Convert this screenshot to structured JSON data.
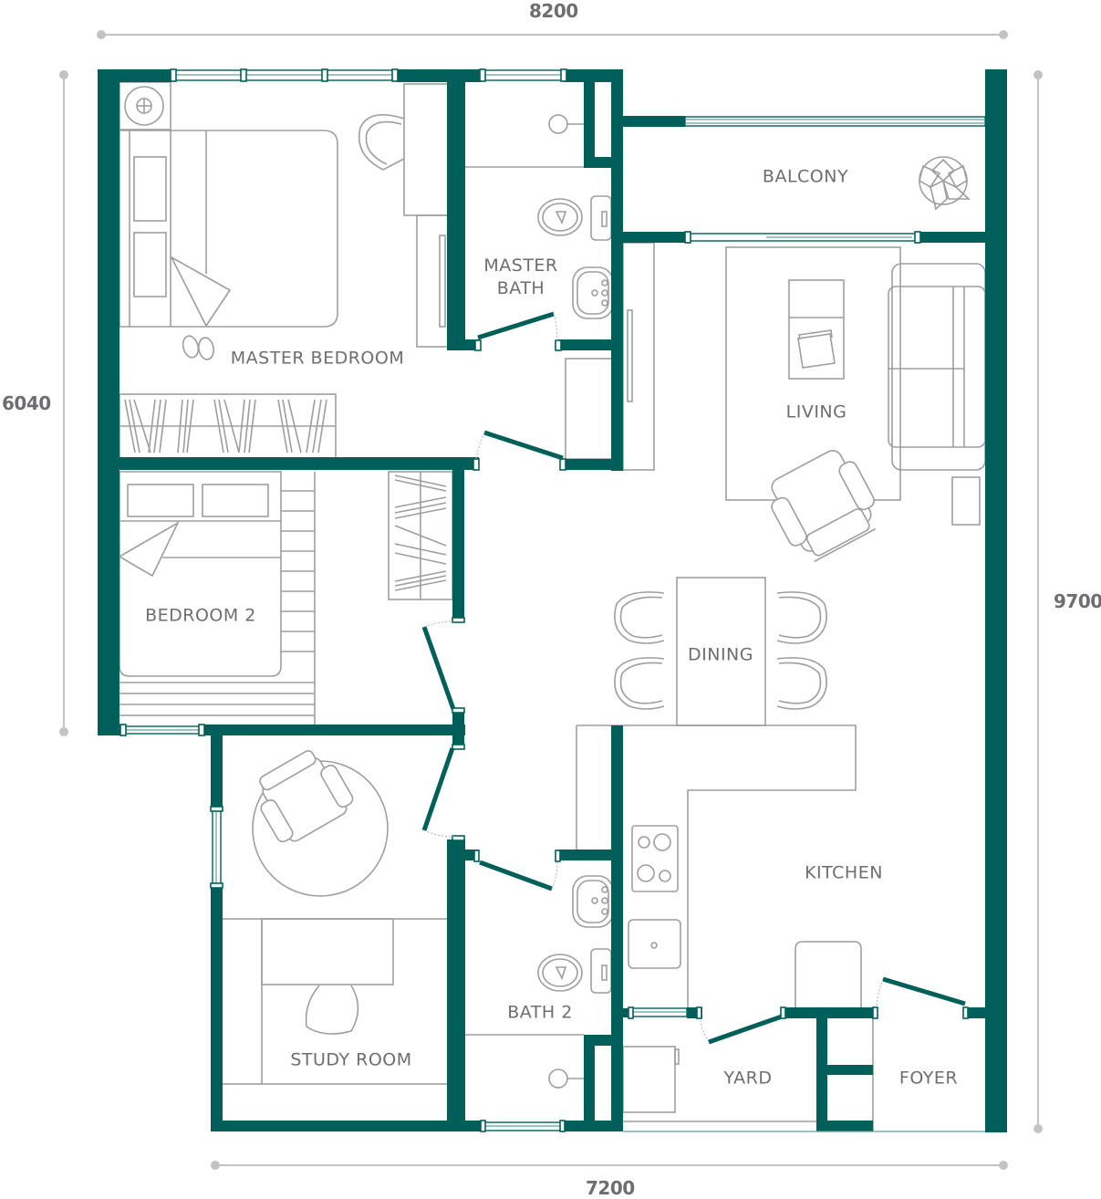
{
  "colors": {
    "wall": "#006059",
    "furniture_stroke": "#9d9ea0",
    "label_text": "#6d6e71",
    "dimension_line": "#c2c3c5",
    "background": "#ffffff"
  },
  "dimensions": {
    "top_width": "8200",
    "bottom_width": "7200",
    "left_height": "6040",
    "right_height": "9700"
  },
  "rooms": {
    "master_bedroom": "MASTER BEDROOM",
    "master_bath_line1": "MASTER",
    "master_bath_line2": "BATH",
    "balcony": "BALCONY",
    "living": "LIVING",
    "bedroom_2": "BEDROOM 2",
    "dining": "DINING",
    "kitchen": "KITCHEN",
    "study_room": "STUDY ROOM",
    "bath_2": "BATH 2",
    "yard": "YARD",
    "foyer": "FOYER"
  }
}
